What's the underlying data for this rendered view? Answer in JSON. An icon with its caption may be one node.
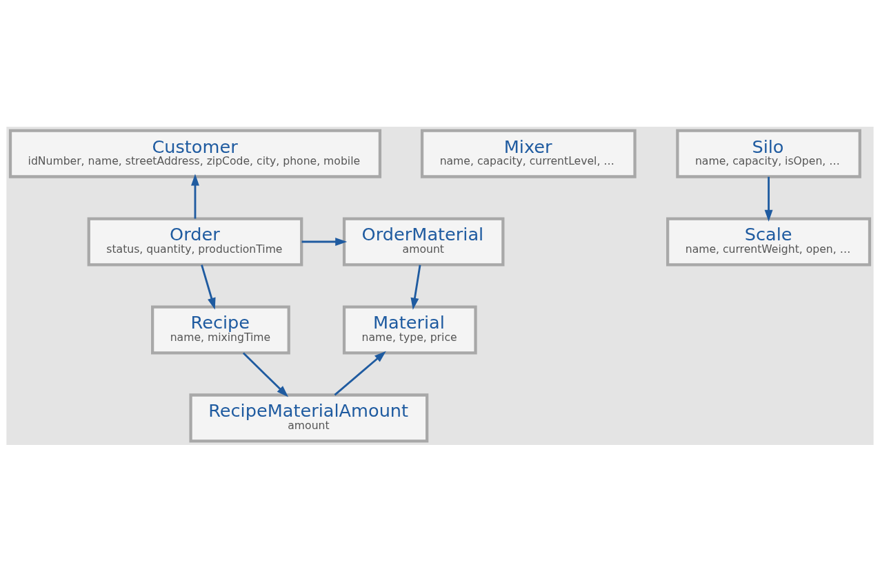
{
  "diagram": {
    "nodes": [
      {
        "text": [
          "Customer",
          "idNumber, name, streetAddress, zipCode, city, phone, mobile"
        ]
      },
      {
        "text": [
          "Mixer",
          "name, capacity, currentLevel, …"
        ]
      },
      {
        "text": [
          "OrderMaterial",
          "amount"
        ]
      },
      {
        "text": [
          "Order",
          "status, quantity, productionTime"
        ]
      },
      {
        "text": [
          "Scale",
          "name, currentWeight, open, …"
        ]
      },
      {
        "text": [
          "Silo",
          "name, capacity, isOpen, …"
        ]
      },
      {
        "text": [
          "Material",
          "name, type, price"
        ]
      },
      {
        "text": [
          "Recipe",
          "name, mixingTime"
        ]
      },
      {
        "text": [
          "RecipeMaterialAmount",
          "amount"
        ]
      }
    ],
    "edges": [
      {
        "from": 3,
        "to": 0,
        "arrow": "to"
      },
      {
        "from": 3,
        "to": 2,
        "arrow": "to"
      },
      {
        "from": 2,
        "to": 6,
        "arrow": "to"
      },
      {
        "from": 3,
        "to": 7,
        "arrow": "to"
      },
      {
        "from": 5,
        "to": 4,
        "arrow": "to"
      },
      {
        "from": 7,
        "to": 8,
        "arrow": "to"
      },
      {
        "from": 8,
        "to": 6,
        "arrow": "to"
      }
    ]
  }
}
